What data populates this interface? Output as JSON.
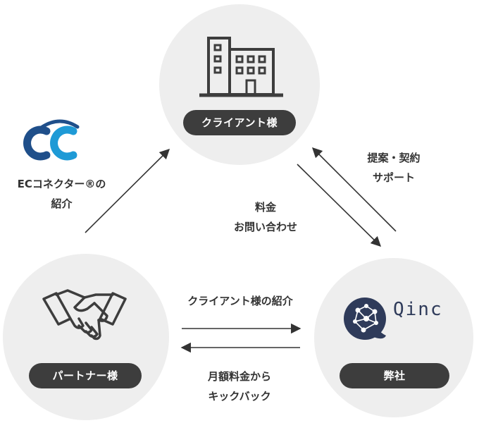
{
  "nodes": {
    "client": {
      "label": "クライアント様"
    },
    "partner": {
      "label": "パートナー様"
    },
    "company": {
      "label": "弊社",
      "brand": "Qinc"
    }
  },
  "edges": {
    "ec_intro": {
      "lines": [
        "ECコネクター®の",
        "紹介"
      ]
    },
    "inquiry": {
      "lines": [
        "料金",
        "お問い合わせ"
      ]
    },
    "proposal": {
      "lines": [
        "提案・契約",
        "サポート"
      ]
    },
    "client_intro": {
      "label": "クライアント様の紹介"
    },
    "kickback": {
      "lines": [
        "月額料金から",
        "キックバック"
      ]
    }
  },
  "colors": {
    "circle": "#eeeeee",
    "pill": "#3d3d3d",
    "arrow": "#333333",
    "ec_logo_dark": "#1f4f8a",
    "ec_logo_light": "#1e9ad6",
    "qinc_brand": "#2f3b5a"
  }
}
